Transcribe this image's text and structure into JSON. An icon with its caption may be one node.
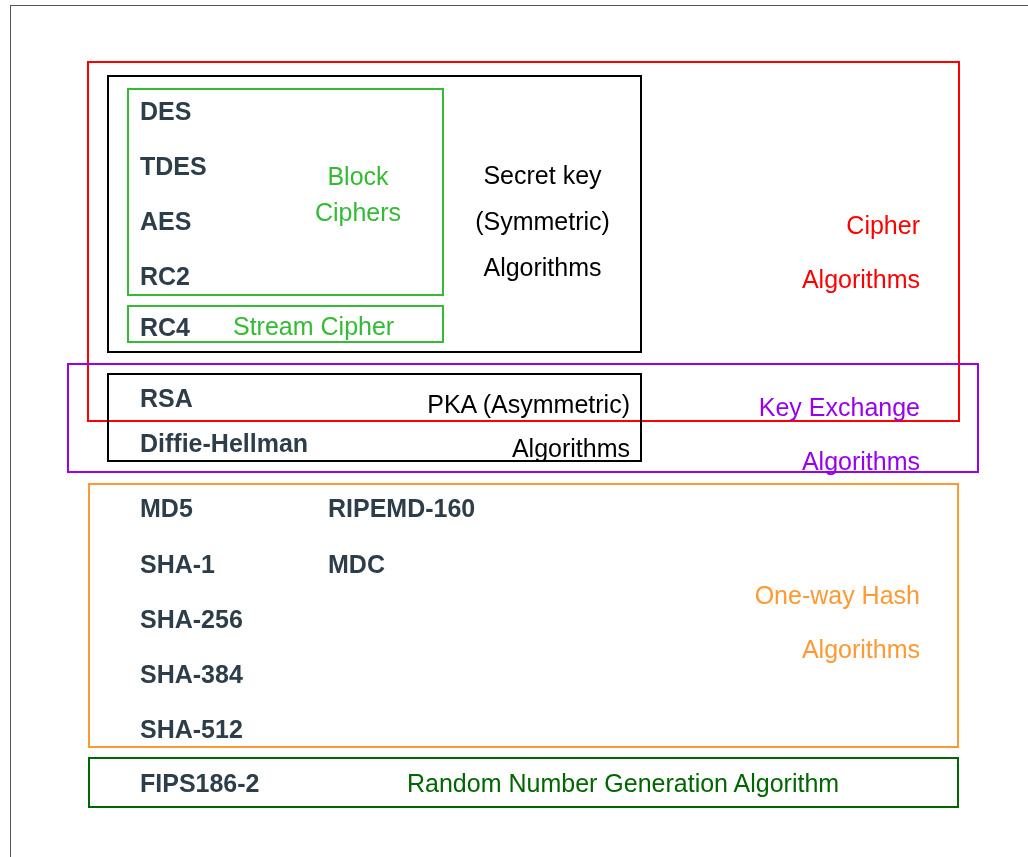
{
  "diagram": {
    "nodes": [
      {
        "text": [
          "Cipher Algorithms"
        ]
      },
      {
        "text": [
          "Secret key (Symmetric) Algorithms"
        ],
        "in": 0
      },
      {
        "text": [
          "DES",
          "TDES",
          "AES",
          "RC2",
          "Block Ciphers"
        ],
        "in": 1
      },
      {
        "text": [
          "RC4",
          "Stream Cipher"
        ],
        "in": 1
      },
      {
        "text": [
          "Key Exchange Algorithms"
        ]
      },
      {
        "text": [
          "RSA",
          "Diffie-Hellman",
          "PKA (Asymmetric) Algorithms"
        ],
        "in": 4
      },
      {
        "text": [
          "MD5",
          "SHA-1",
          "SHA-256",
          "SHA-384",
          "SHA-512",
          "RIPEMD-160",
          "MDC",
          "One-way Hash Algorithms"
        ]
      },
      {
        "text": [
          "FIPS186-2",
          "Random Number Generation Algorithm"
        ]
      }
    ],
    "edges": []
  }
}
